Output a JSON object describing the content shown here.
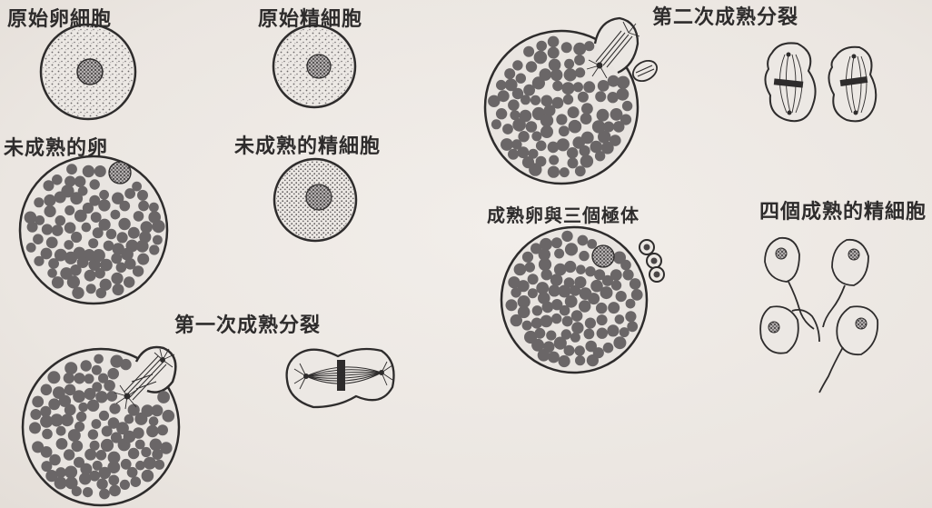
{
  "labels": {
    "primary_oocyte": "原始卵細胞",
    "primary_spermatocyte": "原始精細胞",
    "immature_egg": "未成熟的卵",
    "immature_sperm": "未成熟的精細胞",
    "first_maturation_division": "第一次成熟分裂",
    "second_maturation_division": "第二次成熟分裂",
    "mature_egg_polar_bodies": "成熟卵與三個極体",
    "four_mature_sperm": "四個成熟的精細胞"
  },
  "colors": {
    "ink": "#2e2c2c",
    "yolk": "#6a6667",
    "stipple": "#8a8688",
    "cell_fill": "#e9e5e1",
    "paper": "#eeeae6"
  }
}
